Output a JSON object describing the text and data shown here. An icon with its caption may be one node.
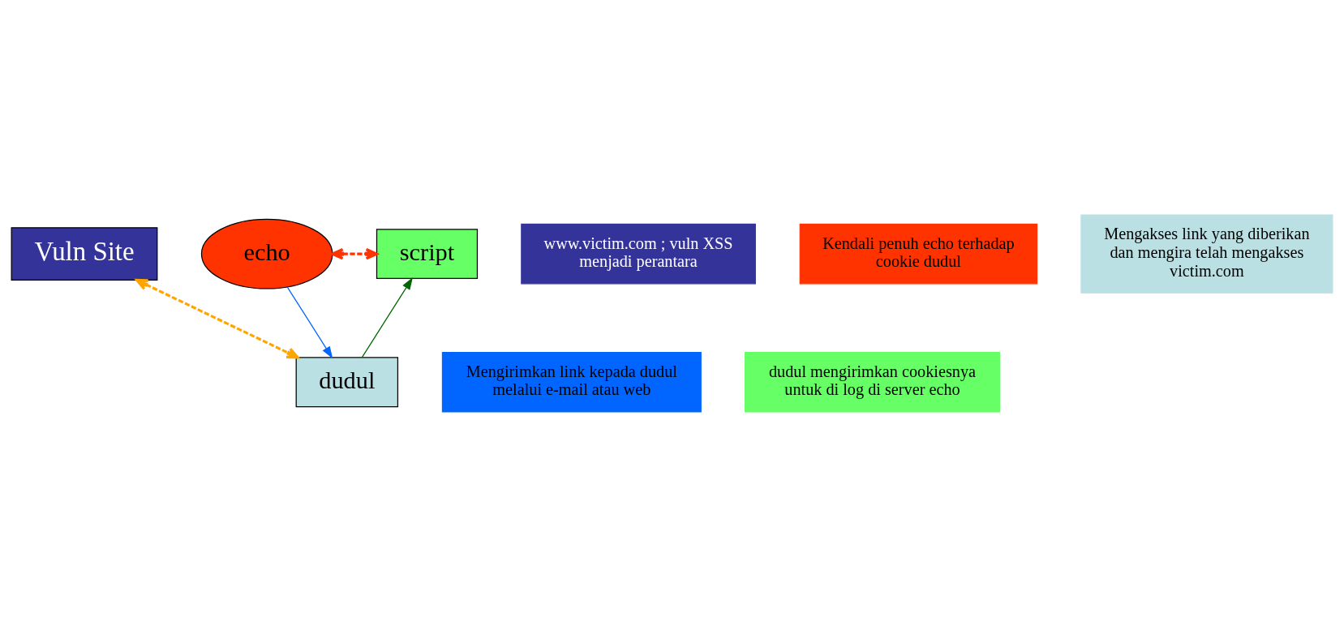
{
  "diagram": {
    "nodes": [
      {
        "text": [
          "Vuln Site"
        ]
      },
      {
        "text": [
          "www.victim.com ; vuln XSS menjadi perantara"
        ]
      },
      {
        "text": [
          "echo"
        ]
      },
      {
        "text": [
          "script"
        ]
      },
      {
        "text": [
          "Kendali penuh echo terhadap cookie dudul"
        ]
      },
      {
        "text": [
          "Mengirimkan link kepada dudul melalui e-mail atau web"
        ]
      },
      {
        "text": [
          "dudul"
        ]
      },
      {
        "text": [
          "dudul mengirimkan cookiesnya untuk di log di server echo"
        ]
      },
      {
        "text": [
          "Mengakses link yang diberikan dan mengira telah mengakses victim.com"
        ]
      }
    ],
    "edges": [
      {
        "from": 2,
        "to": 3,
        "arrow": "both",
        "style": "dashed",
        "color": "#ff3300"
      },
      {
        "from": 0,
        "to": 6,
        "arrow": "both",
        "style": "dashed",
        "color": "#ffa500"
      },
      {
        "from": 2,
        "to": 6,
        "arrow": "to",
        "color": "#0066ff"
      },
      {
        "from": 6,
        "to": 3,
        "arrow": "to",
        "color": "#006600"
      }
    ]
  }
}
